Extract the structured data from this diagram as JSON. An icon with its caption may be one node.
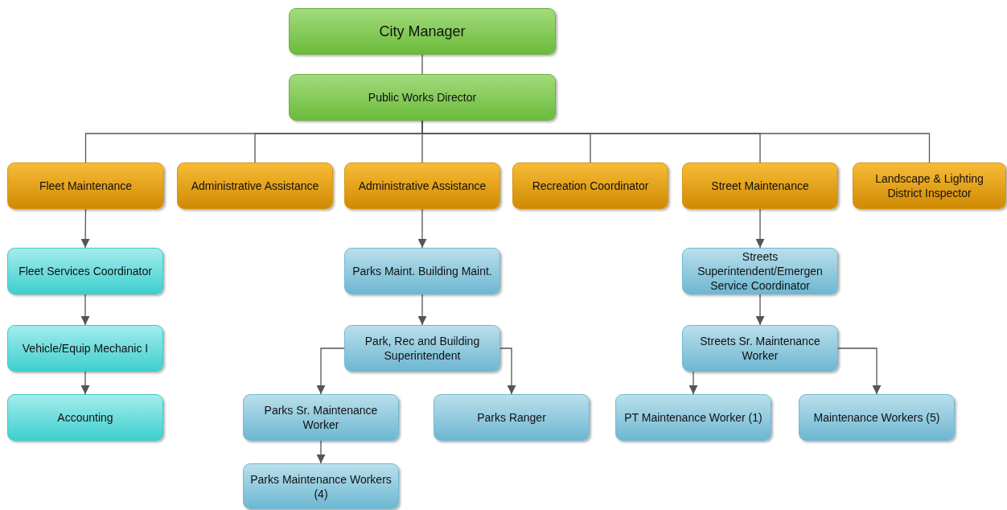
{
  "diagram": {
    "nodes": [
      {
        "text": [
          "City Manager"
        ]
      },
      {
        "text": [
          "Public Works Director"
        ]
      },
      {
        "text": [
          "Fleet Maintenance"
        ]
      },
      {
        "text": [
          "Administrative Assistance"
        ]
      },
      {
        "text": [
          "Administrative Assistance"
        ]
      },
      {
        "text": [
          "Recreation Coordinator"
        ]
      },
      {
        "text": [
          "Street Maintenance"
        ]
      },
      {
        "text": [
          "Landscape & Lighting District Inspector"
        ]
      },
      {
        "text": [
          "Fleet Services Coordinator"
        ]
      },
      {
        "text": [
          "Vehicle/Equip Mechanic I"
        ]
      },
      {
        "text": [
          "Accounting"
        ]
      },
      {
        "text": [
          "Parks Maint. Building Maint."
        ]
      },
      {
        "text": [
          "Park, Rec and Building Superintendent"
        ]
      },
      {
        "text": [
          "Parks Sr. Maintenance Worker"
        ]
      },
      {
        "text": [
          "Parks Ranger"
        ]
      },
      {
        "text": [
          "Parks Maintenance Workers (4)"
        ]
      },
      {
        "text": [
          "Streets Superintendent/Emergen Service Coordinator"
        ]
      },
      {
        "text": [
          "Streets Sr. Maintenance Worker"
        ]
      },
      {
        "text": [
          "PT Maintenance Worker (1)"
        ]
      },
      {
        "text": [
          "Maintenance Workers (5)"
        ]
      }
    ],
    "edges": [
      {
        "from": 0,
        "to": 1,
        "arrow": "none"
      },
      {
        "from": 1,
        "to": 2,
        "arrow": "none"
      },
      {
        "from": 1,
        "to": 3,
        "arrow": "none"
      },
      {
        "from": 1,
        "to": 4,
        "arrow": "none"
      },
      {
        "from": 1,
        "to": 5,
        "arrow": "none"
      },
      {
        "from": 1,
        "to": 6,
        "arrow": "none"
      },
      {
        "from": 1,
        "to": 7,
        "arrow": "none"
      },
      {
        "from": 2,
        "to": 8,
        "arrow": "to"
      },
      {
        "from": 8,
        "to": 9,
        "arrow": "to"
      },
      {
        "from": 9,
        "to": 10,
        "arrow": "to"
      },
      {
        "from": 4,
        "to": 11,
        "arrow": "to"
      },
      {
        "from": 11,
        "to": 12,
        "arrow": "to"
      },
      {
        "from": 12,
        "to": 13,
        "arrow": "to"
      },
      {
        "from": 12,
        "to": 14,
        "arrow": "to"
      },
      {
        "from": 13,
        "to": 15,
        "arrow": "to"
      },
      {
        "from": 6,
        "to": 16,
        "arrow": "to"
      },
      {
        "from": 16,
        "to": 17,
        "arrow": "to"
      },
      {
        "from": 17,
        "to": 18,
        "arrow": "to"
      },
      {
        "from": 17,
        "to": 19,
        "arrow": "to"
      }
    ]
  }
}
